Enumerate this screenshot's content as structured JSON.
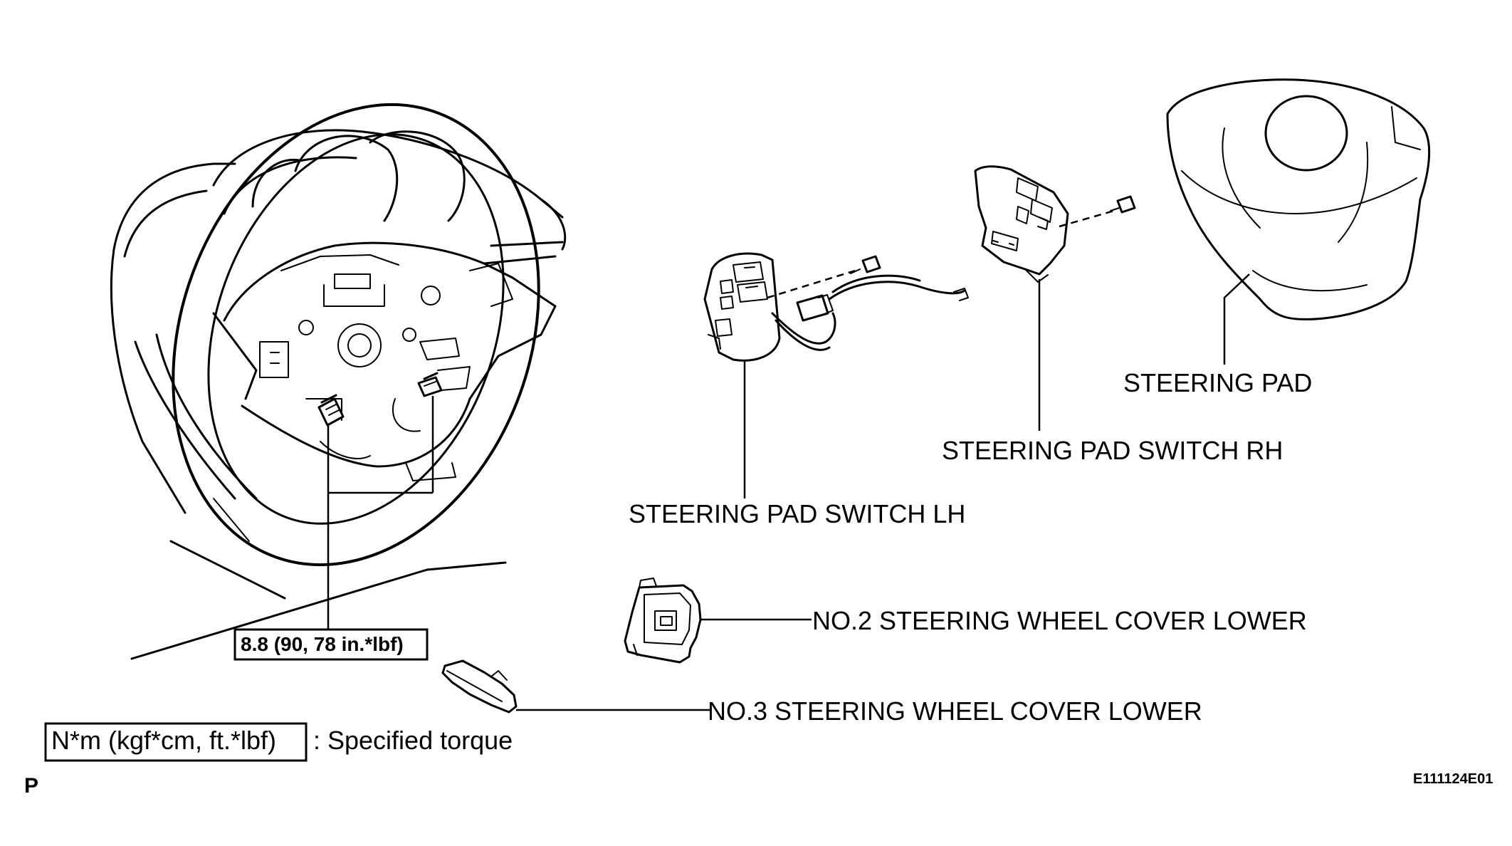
{
  "labels": {
    "steering_pad": "STEERING PAD",
    "switch_rh": "STEERING PAD SWITCH RH",
    "switch_lh": "STEERING PAD SWITCH LH",
    "cover_no2": "NO.2 STEERING WHEEL COVER LOWER",
    "cover_no3": "NO.3 STEERING WHEEL COVER LOWER"
  },
  "torque": {
    "value": "8.8 (90, 78 in.*lbf)"
  },
  "legend": {
    "unit_box": "N*m (kgf*cm, ft.*lbf)",
    "description": ": Specified torque"
  },
  "page_mark": "P",
  "figure_code": "E111124E01"
}
